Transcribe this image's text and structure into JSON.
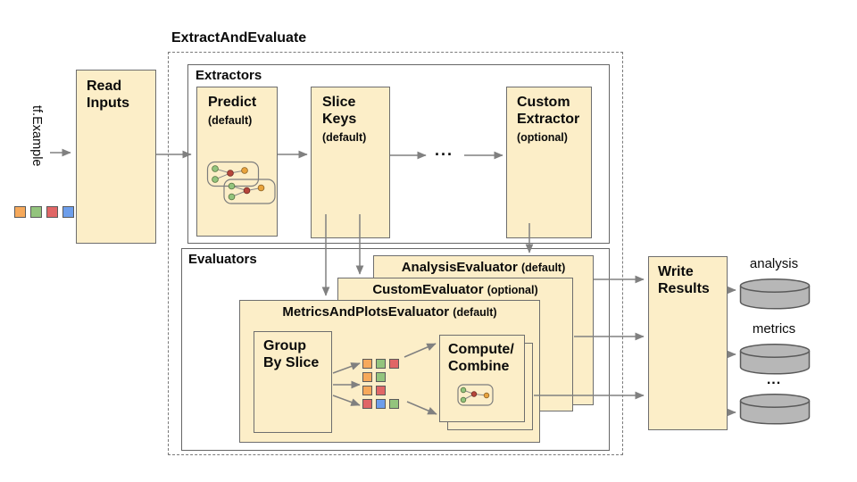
{
  "title": "ExtractAndEvaluate",
  "input": {
    "label": "tf.Example"
  },
  "read_inputs": {
    "label": "Read Inputs"
  },
  "extractors": {
    "label": "Extractors",
    "boxes": [
      {
        "name": "Predict",
        "qualifier": "(default)"
      },
      {
        "name": "Slice Keys",
        "qualifier": "(default)"
      },
      {
        "name": "Custom Extractor",
        "qualifier": "(optional)"
      }
    ],
    "ellipsis": "..."
  },
  "evaluators": {
    "label": "Evaluators",
    "analysis": {
      "name": "AnalysisEvaluator",
      "qualifier": "(default)"
    },
    "custom": {
      "name": "CustomEvaluator",
      "qualifier": "(optional)"
    },
    "metrics_and_plots": {
      "name": "MetricsAndPlotsEvaluator",
      "qualifier": "(default)"
    },
    "group_by_slice": {
      "label": "Group By Slice"
    },
    "compute_combine": {
      "label": "Compute/ Combine"
    }
  },
  "write_results": {
    "label": "Write Results"
  },
  "outputs": [
    {
      "label": "analysis"
    },
    {
      "label": "metrics"
    },
    {
      "label": "..."
    }
  ],
  "colors": {
    "box_fill": "#FCEEC8",
    "box_border": "#6E6E6E",
    "cylinder_fill": "#B7B7B7",
    "cylinder_border": "#595959",
    "arrow": "#808080",
    "squares": {
      "orange": "#F6A95B",
      "green": "#93C47D",
      "red": "#E06666",
      "blue": "#6D9EEB"
    }
  },
  "input_squares": [
    "orange",
    "green",
    "red",
    "blue"
  ],
  "slice_rows": [
    [
      "orange",
      "green",
      "red"
    ],
    [
      "orange",
      "green"
    ],
    [
      "orange",
      "red"
    ],
    [
      "red",
      "blue",
      "green"
    ]
  ]
}
